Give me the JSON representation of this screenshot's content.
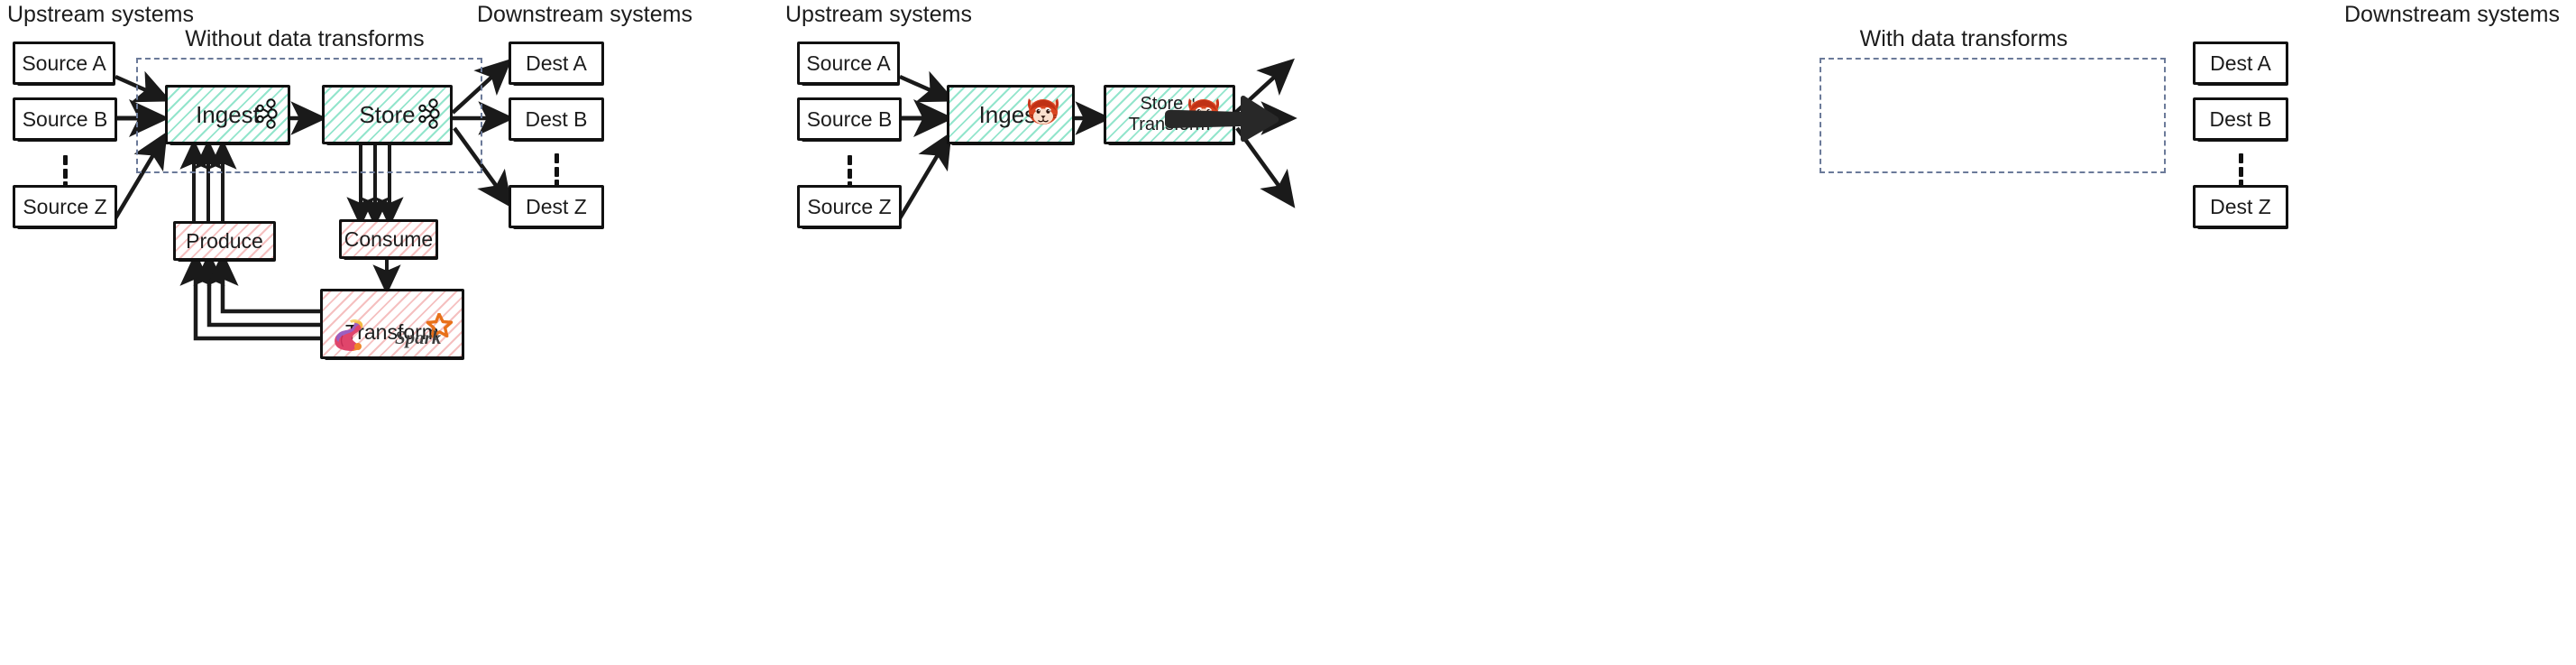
{
  "diagram": {
    "title_left": "Without data transforms",
    "title_right": "With data transforms",
    "upstream_header": "Upstream systems",
    "downstream_header": "Downstream systems"
  },
  "left_panel": {
    "heading": "Without data transforms",
    "upstream_label": "Upstream systems",
    "downstream_label": "Downstream systems",
    "sources": [
      {
        "label": "Source A"
      },
      {
        "label": "Source B"
      },
      {
        "label": "Source Z"
      }
    ],
    "destinations": [
      {
        "label": "Dest A"
      },
      {
        "label": "Dest B"
      },
      {
        "label": "Dest Z"
      }
    ],
    "pipeline": [
      {
        "label": "Ingest",
        "icon": "apache-kafka-icon",
        "style": "green"
      },
      {
        "label": "Store",
        "icon": "apache-kafka-icon",
        "style": "green"
      }
    ],
    "external": [
      {
        "label": "Produce",
        "style": "pink"
      },
      {
        "label": "Consume",
        "style": "pink"
      },
      {
        "label": "Transform",
        "style": "pink",
        "icons": [
          "apache-flink-icon",
          "apache-spark-icon"
        ]
      }
    ]
  },
  "right_panel": {
    "heading": "With data transforms",
    "upstream_label": "Upstream systems",
    "downstream_label": "Downstream systems",
    "sources": [
      {
        "label": "Source A"
      },
      {
        "label": "Source B"
      },
      {
        "label": "Source Z"
      }
    ],
    "destinations": [
      {
        "label": "Dest A"
      },
      {
        "label": "Dest B"
      },
      {
        "label": "Dest Z"
      }
    ],
    "pipeline": [
      {
        "label": "Ingest",
        "icon": "redpanda-icon",
        "style": "green"
      },
      {
        "label": "Store +\nTransform",
        "label_line1": "Store +",
        "label_line2": "Transform",
        "icon": "redpanda-icon",
        "style": "green"
      }
    ]
  },
  "transition": {
    "icon": "right-arrow-icon"
  },
  "colors": {
    "green_hatch": "#3ad0a2",
    "pink_hatch": "#eb8282",
    "dashed_boundary": "#6b7a99",
    "stroke": "#111111",
    "spark_orange": "#e8701a",
    "redpanda_red": "#cf3b1e",
    "text": "#1c1c1c",
    "background": "#ffffff"
  }
}
